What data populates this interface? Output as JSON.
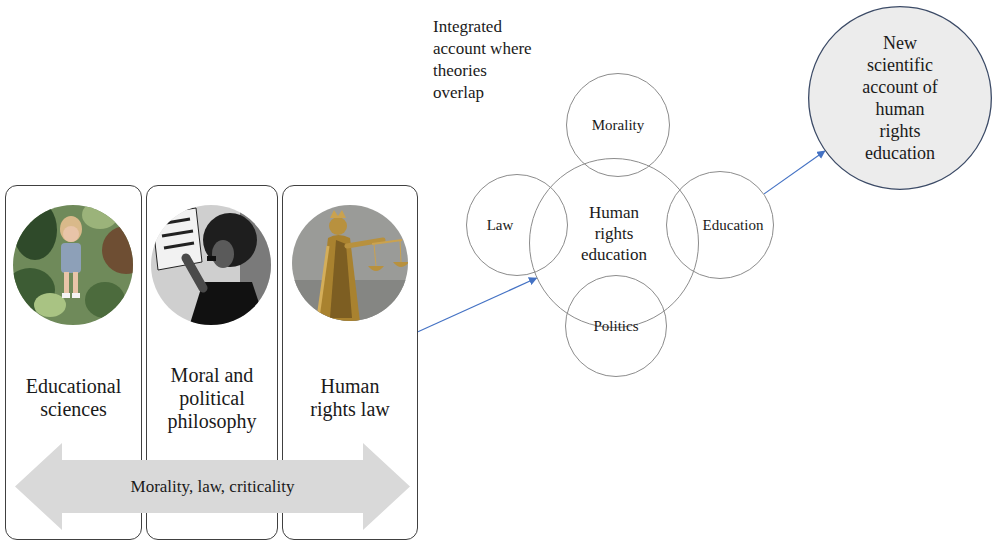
{
  "diagram": {
    "nodes": [
      {
        "text": [
          "Educational sciences"
        ]
      },
      {
        "text": [
          "Moral and political philosophy"
        ]
      },
      {
        "text": [
          "Human rights law"
        ]
      },
      {
        "text": [
          "Morality, law, criticality"
        ]
      },
      {
        "text": [
          "Morality"
        ]
      },
      {
        "text": [
          "Law"
        ]
      },
      {
        "text": [
          "Human rights education"
        ]
      },
      {
        "text": [
          "Education"
        ]
      },
      {
        "text": [
          "Politics"
        ]
      },
      {
        "text": [
          "New scientific account of human rights education"
        ]
      }
    ],
    "edges": [
      {
        "from": 2,
        "to": 6,
        "arrow": "to"
      },
      {
        "from": 7,
        "to": 9,
        "arrow": "to"
      }
    ],
    "labels": [
      "Integrated account where theories overlap"
    ]
  }
}
